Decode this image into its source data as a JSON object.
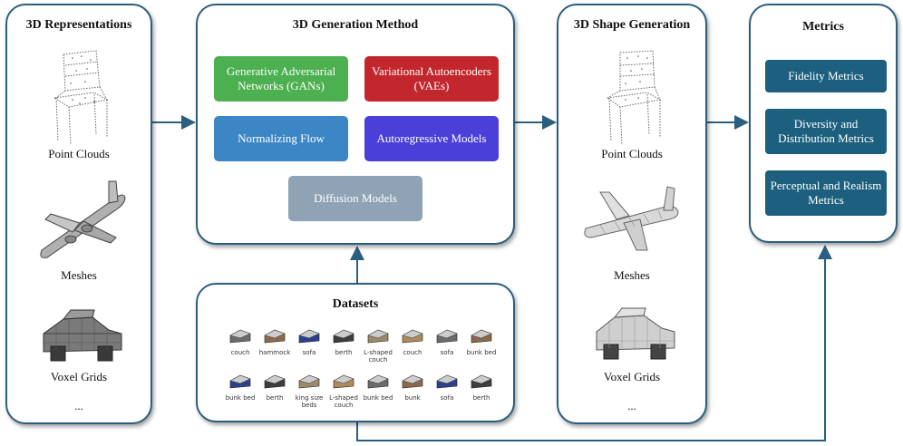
{
  "representations": {
    "title": "3D Representations",
    "items": [
      "Point Clouds",
      "Meshes",
      "Voxel Grids"
    ],
    "more": "..."
  },
  "method": {
    "title": "3D Generation Method",
    "boxes": [
      {
        "label": "Generative Adversarial Networks (GANs)",
        "color": "#4caf50"
      },
      {
        "label": "Variational Autoencoders (VAEs)",
        "color": "#c1272d"
      },
      {
        "label": "Normalizing Flow",
        "color": "#3d86c6"
      },
      {
        "label": "Autoregressive Models",
        "color": "#4a3fd9"
      },
      {
        "label": "Diffusion Models",
        "color": "#8fa3b5"
      }
    ]
  },
  "shape_generation": {
    "title": "3D Shape Generation",
    "items": [
      "Point Clouds",
      "Meshes",
      "Voxel Grids"
    ],
    "more": "..."
  },
  "metrics": {
    "title": "Metrics",
    "boxes": [
      "Fidelity Metrics",
      "Diversity and Distribution Metrics",
      "Perceptual and Realism Metrics"
    ]
  },
  "datasets": {
    "title": "Datasets",
    "row1": [
      "couch",
      "hammock",
      "sofa",
      "berth",
      "L-shaped couch",
      "couch",
      "sofa",
      "bunk bed"
    ],
    "row2": [
      "bunk bed",
      "berth",
      "king size beds",
      "L-shaped couch",
      "bunk bed",
      "bunk",
      "sofa",
      "berth"
    ]
  },
  "colors": {
    "panel_border": "#2a5f7f",
    "arrow": "#2a5f7f",
    "metric_box": "#1c5f7e"
  }
}
